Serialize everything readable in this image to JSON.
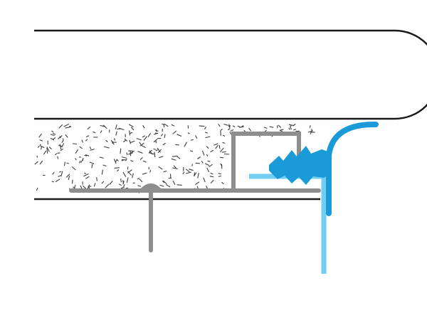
{
  "diagram": {
    "colors": {
      "background": "#ffffff",
      "outline": "#1a1a1a",
      "metal_profile": "#8e8e8e",
      "seal_dark": "#1a9ad6",
      "seal_light": "#72cdf2",
      "speckle": "#3c3c3c"
    },
    "components": [
      "countertop-nosing",
      "insulation-layer",
      "base-plate",
      "anchor-rod",
      "c-channel-profile",
      "barbed-seal-insert",
      "seal-lip",
      "drip-strip"
    ]
  }
}
